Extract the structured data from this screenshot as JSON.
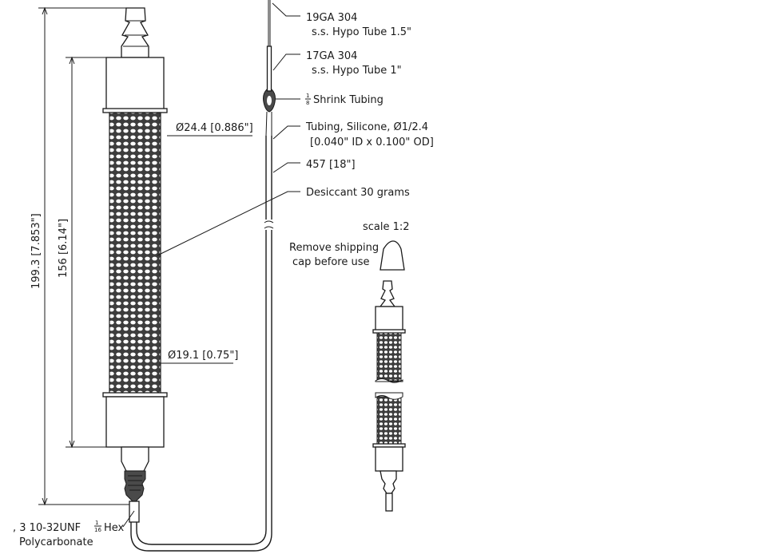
{
  "labels": {
    "hypo19": "19GA 304",
    "hypo19_sub": "s.s. Hypo Tube 1.5\"",
    "hypo17": "17GA 304",
    "hypo17_sub": "s.s. Hypo Tube 1\"",
    "shrink_num": "1",
    "shrink_den": "8",
    "shrink": "Shrink Tubing",
    "silicone": "Tubing, Silicone, Ø1/2.4",
    "silicone_sub": "[0.040\" ID x 0.100\" OD]",
    "length": "457 [18\"]",
    "desiccant": "Desiccant 30 grams",
    "scale": "scale 1:2",
    "remove1": "Remove shipping",
    "remove2": "cap before use",
    "dia_outer": "Ø24.4 [0.886\"]",
    "dia_inner": "Ø19.1 [0.75\"]",
    "dim_overall": "199.3 [7.853\"]",
    "dim_body": "156 [6.14\"]",
    "thread_a": ", 3 10-32UNF",
    "thread_num": "1",
    "thread_den": "16",
    "thread_b": "Hex",
    "material": "Polycarbonate"
  }
}
